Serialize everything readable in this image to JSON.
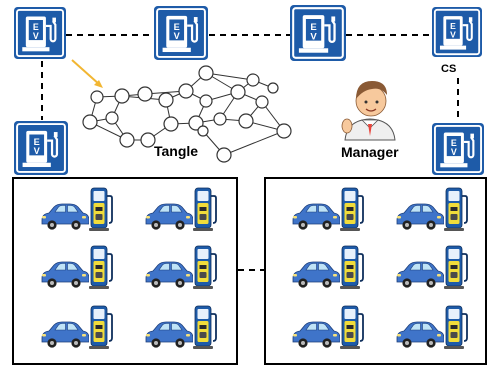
{
  "labels": {
    "tangle": "Tangle",
    "manager": "Manager",
    "cs": "CS"
  },
  "station_sign_text": "EV",
  "icons": {
    "charging_station": "ev-charging-station-icon",
    "car": "car-icon",
    "charger": "charger-pump-icon",
    "manager": "manager-person-icon"
  },
  "colors": {
    "station_blue": "#1e5ba8",
    "car_blue": "#3f74c9",
    "charger_yellow": "#f1dc3a",
    "arrow_orange": "#f2b632",
    "line": "#000000"
  }
}
